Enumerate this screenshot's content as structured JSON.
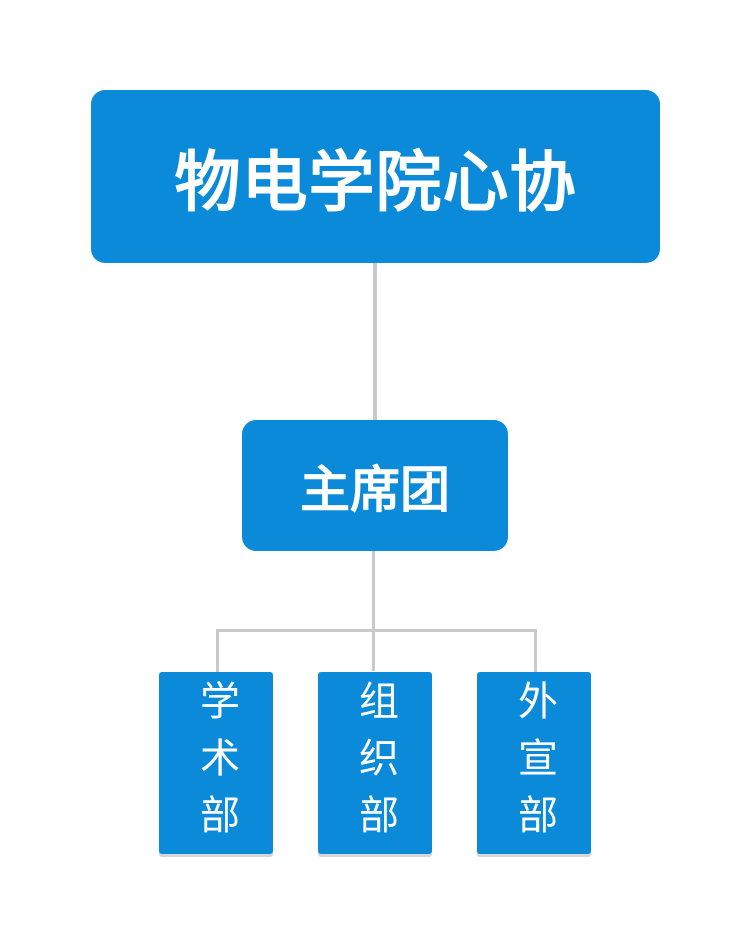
{
  "colors": {
    "node_fill": "#0b8ad9",
    "connector": "#c9c9c9",
    "text": "#ffffff",
    "background": "#ffffff"
  },
  "root": {
    "label": "物电学院心协"
  },
  "middle": {
    "label": "主席团"
  },
  "departments": [
    {
      "label": "学术部"
    },
    {
      "label": "组织部"
    },
    {
      "label": "外宣部"
    }
  ]
}
